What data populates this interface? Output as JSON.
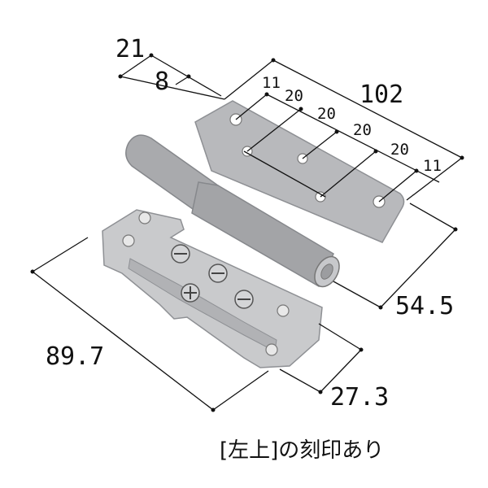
{
  "dimensions": {
    "d21": "21",
    "d8": "8",
    "d102": "102",
    "h1": "11",
    "h2": "20",
    "h3": "20",
    "h4": "20",
    "h5": "20",
    "h6": "11",
    "d54": "54.5",
    "d89": "89.7",
    "d27": "27.3"
  },
  "note": "[左上]の刻印あり",
  "colors": {
    "plate": "#b8b9bc",
    "plate_edge": "#8e9094",
    "pin": "#a9aaad",
    "pin_dark": "#86888c",
    "base": "#c9cacc",
    "line": "#111111"
  }
}
